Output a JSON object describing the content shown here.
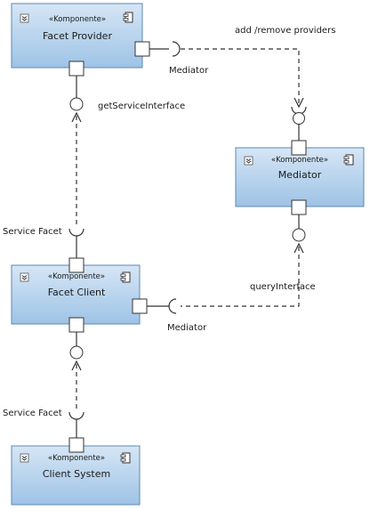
{
  "components": [
    {
      "id": "facet-provider",
      "stereotype": "«Komponente»",
      "name": "Facet Provider"
    },
    {
      "id": "mediator",
      "stereotype": "«Komponente»",
      "name": "Mediator"
    },
    {
      "id": "facet-client",
      "stereotype": "«Komponente»",
      "name": "Facet Client"
    },
    {
      "id": "client-system",
      "stereotype": "«Komponente»",
      "name": "Client System"
    }
  ],
  "labels": {
    "add_remove_providers": "add /remove providers",
    "mediator_port_top": "Mediator",
    "get_service_interface": "getServiceInterface",
    "service_facet_1": "Service Facet",
    "query_interface": "queryInterface",
    "mediator_port_bottom": "Mediator",
    "service_facet_2": "Service Facet"
  }
}
